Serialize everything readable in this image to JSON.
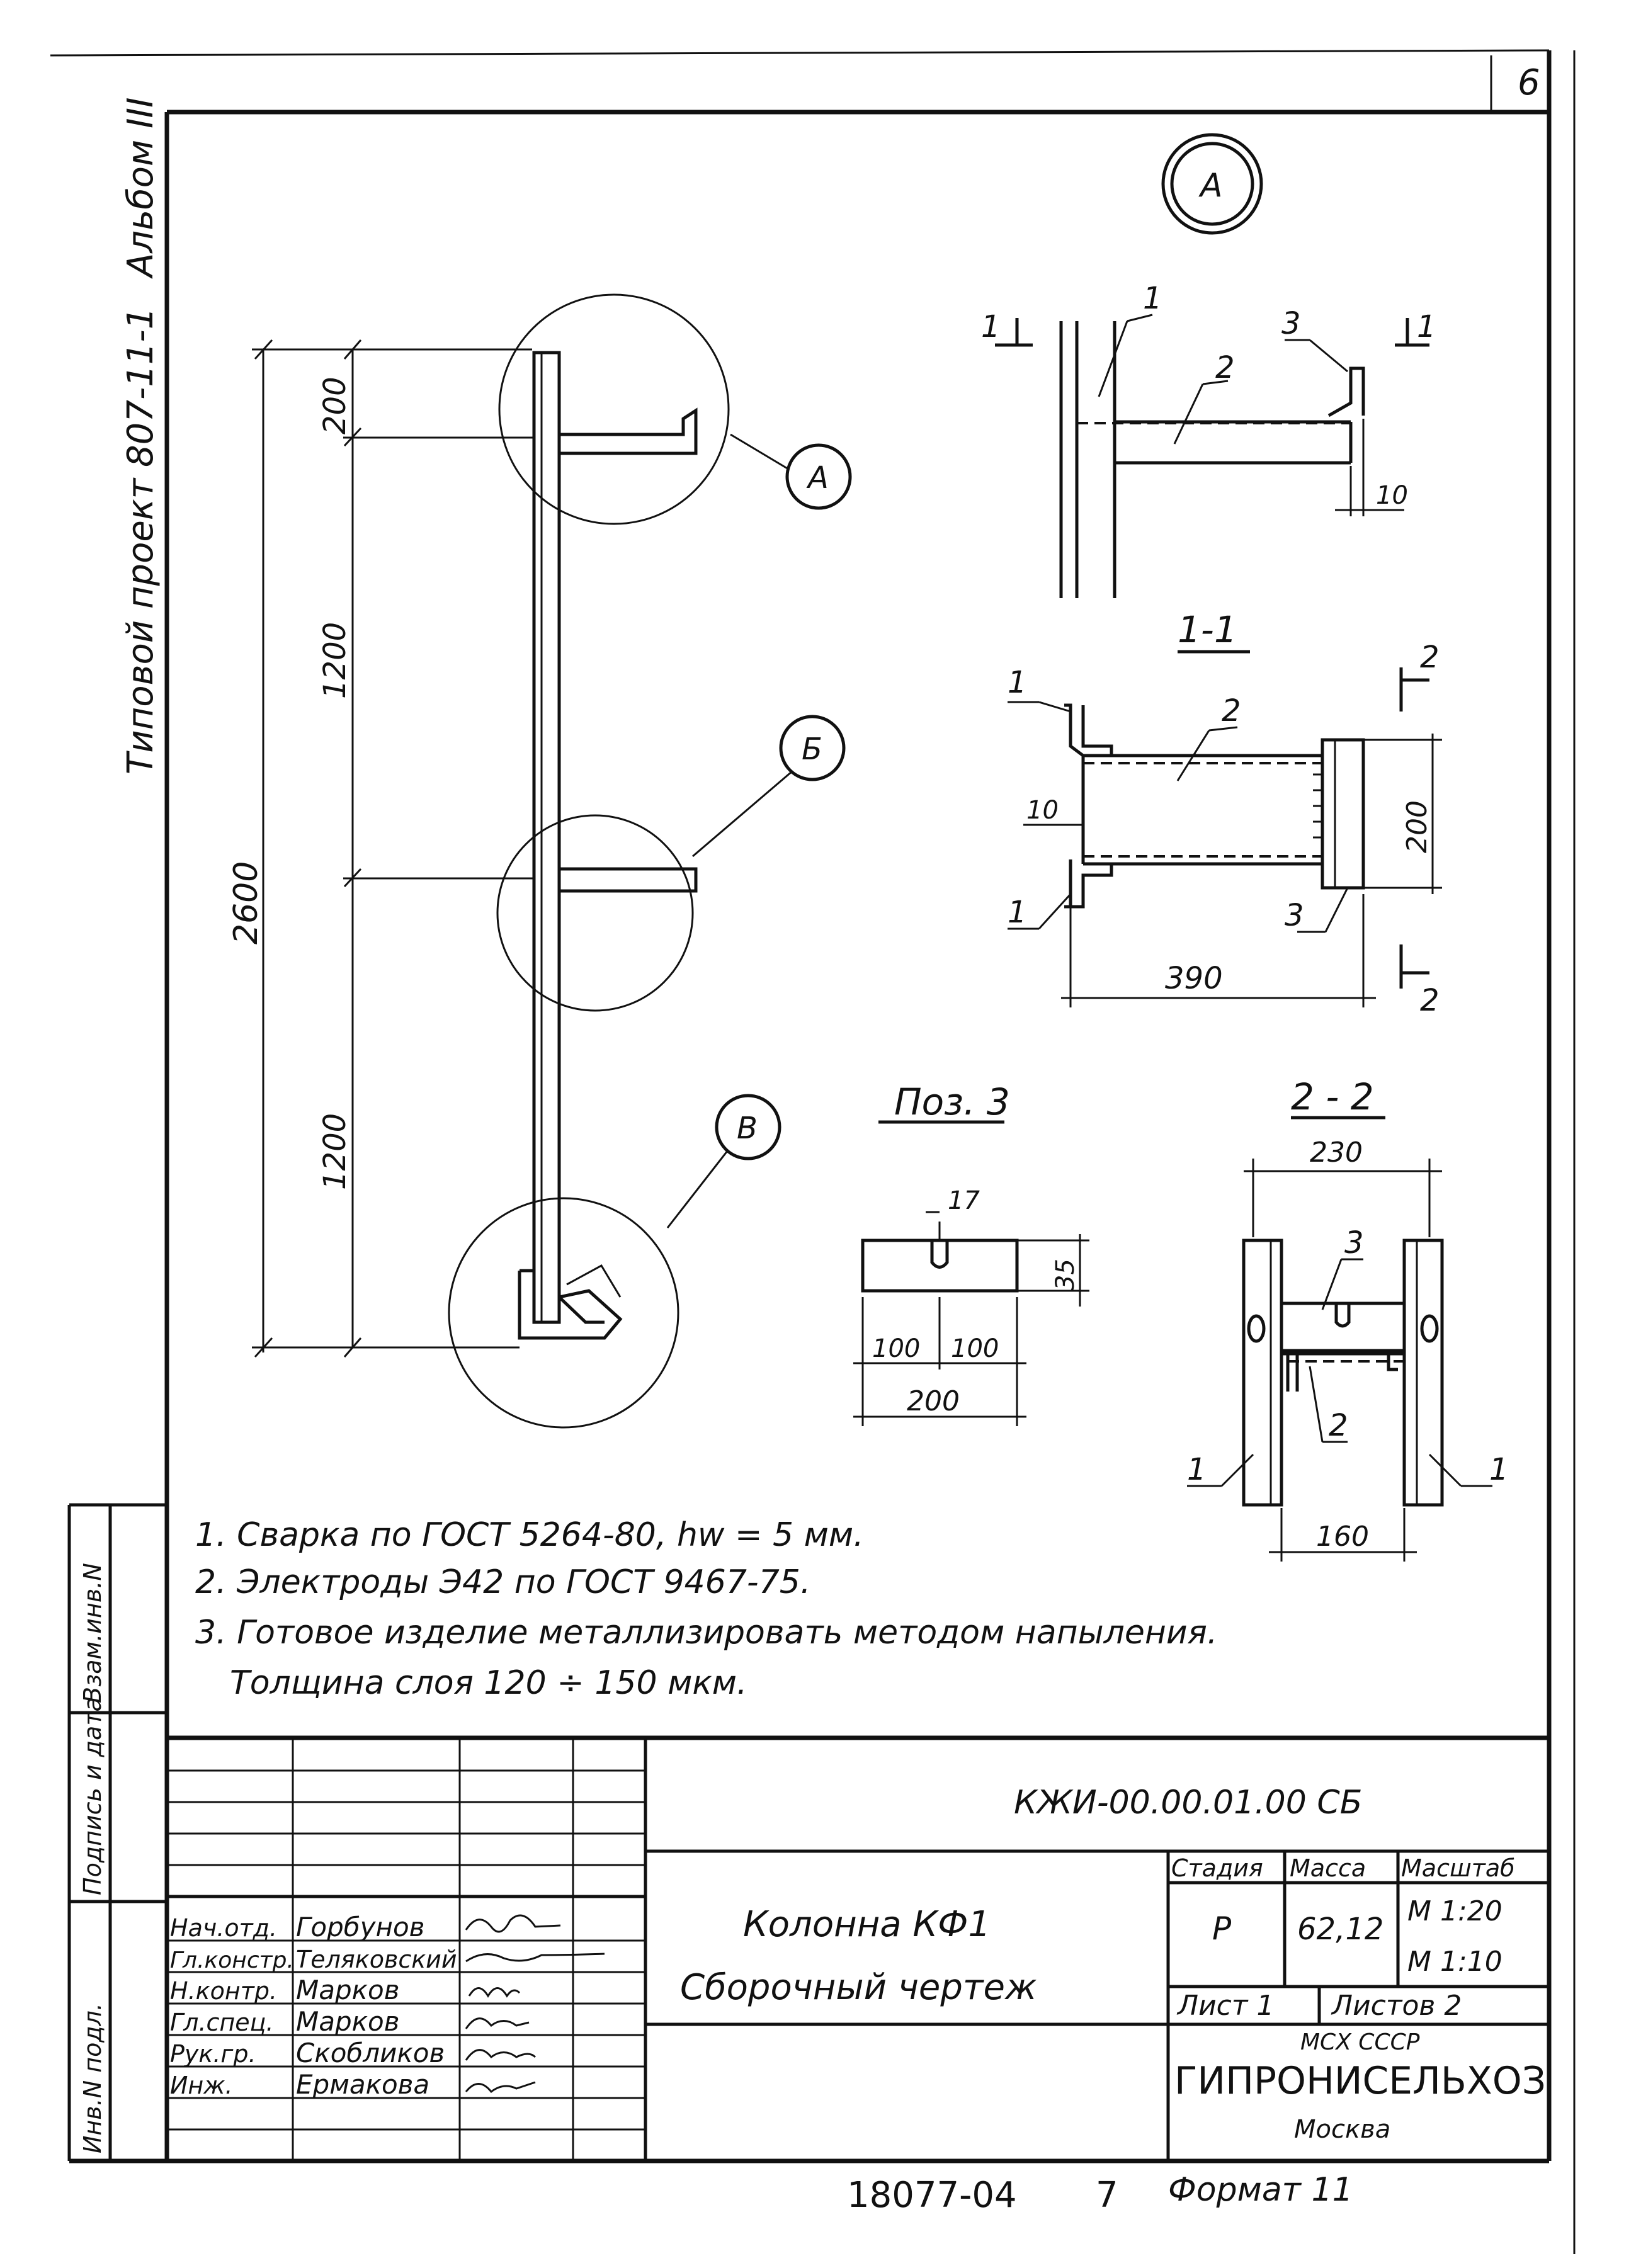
{
  "sheet_number": "6",
  "side_title": {
    "project": "Типовой проект 807-11-1",
    "album": "Альбом III"
  },
  "left_stamp": [
    "Инв.N подл.",
    "Подпись и дата",
    "Взам.инв.N"
  ],
  "elevation": {
    "dim_total": "2600",
    "dim_top": "200",
    "dim_middle": "1200",
    "dim_bottom": "1200",
    "callout_a": "А",
    "callout_b": "Б",
    "callout_v": "В"
  },
  "node_a": {
    "title": "А",
    "leader_1": "1",
    "leader_2": "2",
    "leader_3": "3",
    "section_left": "1",
    "section_right": "1",
    "dim_10": "10"
  },
  "section_1_1": {
    "title": "1-1",
    "leader_1_top": "1",
    "leader_1_bottom": "1",
    "leader_2": "2",
    "leader_3": "3",
    "dim_10": "10",
    "dim_200": "200",
    "dim_390": "390",
    "mark_top": "2",
    "mark_bottom": "2"
  },
  "pos_3": {
    "title": "Поз. 3",
    "dim_17": "17",
    "dim_35": "35",
    "dim_100_left": "100",
    "dim_100_right": "100",
    "dim_200": "200"
  },
  "section_2_2": {
    "title": "2 - 2",
    "dim_230": "230",
    "dim_160": "160",
    "leader_3": "3",
    "leader_2": "2",
    "leader_1_left": "1",
    "leader_1_right": "1"
  },
  "notes": [
    "1. Сварка по ГОСТ 5264-80, hw = 5 мм.",
    "2. Электроды Э42 по ГОСТ 9467-75.",
    "3. Готовое изделие металлизировать методом напыления.",
    "Толщина слоя 120 ÷ 150 мкм."
  ],
  "title_block": {
    "doc_code": "КЖИ-00.00.01.00 СБ",
    "name_line1": "Колонна КФ1",
    "name_line2": "Сборочный чертеж",
    "stage_header": "Стадия",
    "mass_header": "Масса",
    "scale_header": "Масштаб",
    "stage": "Р",
    "mass": "62,12",
    "scale_1": "М 1:20",
    "scale_2": "М 1:10",
    "sheet": "Лист 1",
    "sheets": "Листов 2",
    "org_top": "МСХ СССР",
    "org_name": "ГИПРОНИСЕЛЬХОЗ",
    "org_city": "Москва",
    "roles": [
      {
        "role": "Нач.отд.",
        "name": "Горбунов"
      },
      {
        "role": "Гл.констр.",
        "name": "Теляковский"
      },
      {
        "role": "Н.контр.",
        "name": "Марков"
      },
      {
        "role": "Гл.спец.",
        "name": "Марков"
      },
      {
        "role": "Рук.гр.",
        "name": "Скобликов"
      },
      {
        "role": "Инж.",
        "name": "Ермакова"
      }
    ]
  },
  "footer": {
    "code": "18077-04",
    "page": "7",
    "format": "Формат 11"
  }
}
